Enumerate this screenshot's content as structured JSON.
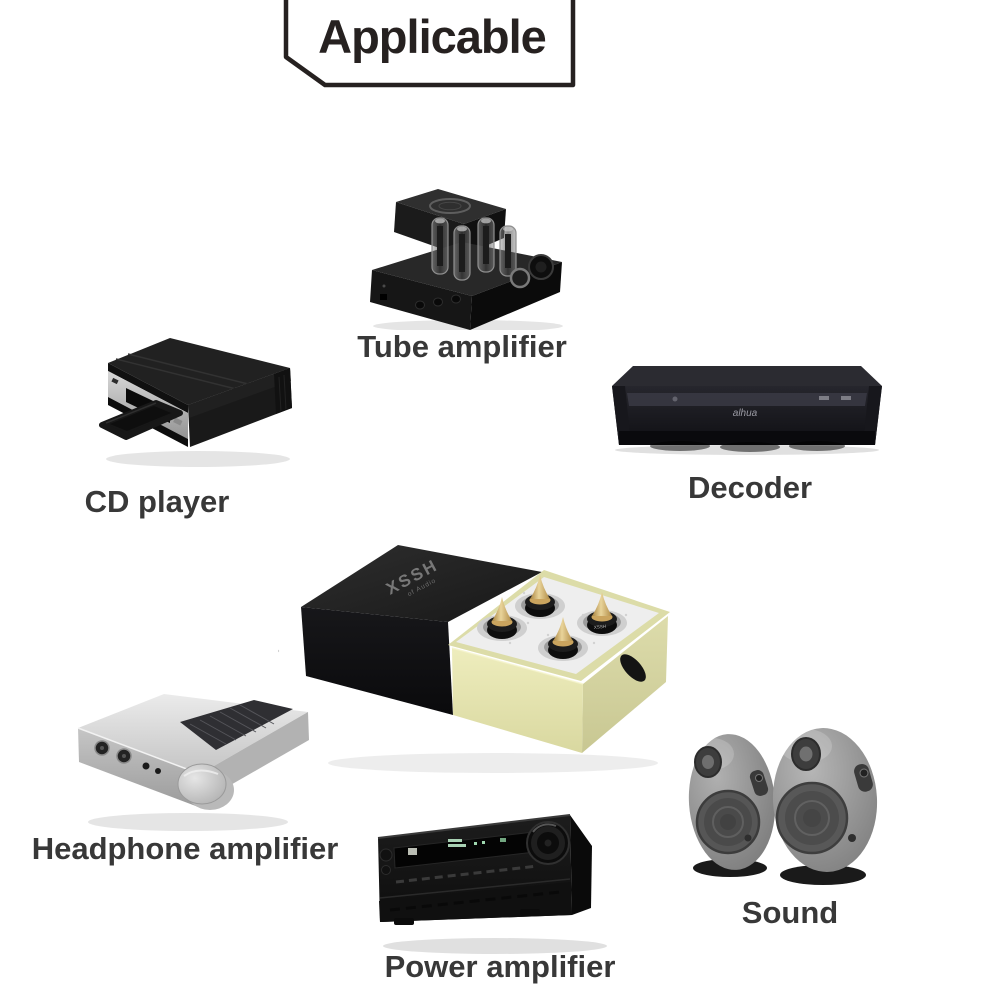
{
  "title": "Applicable",
  "items": {
    "tube_amplifier": {
      "label": "Tube amplifier"
    },
    "cd_player": {
      "label": "CD player"
    },
    "decoder": {
      "label": "Decoder",
      "logo_text": "alhua"
    },
    "headphone_amplifier": {
      "label": "Headphone amplifier"
    },
    "power_amplifier": {
      "label": "Power amplifier"
    },
    "sound": {
      "label": "Sound"
    }
  },
  "product_box": {
    "brand": "XSSH",
    "brand_subtitle": "of Audio",
    "spike_marking": "XSSH",
    "spike_count": 4
  },
  "colors": {
    "background": "#ffffff",
    "title_ink": "#262120",
    "label_ink": "#383838",
    "sleeve_black": "#161616",
    "drawer_cream": "#e9e9b6",
    "foam_white": "#ededed",
    "spike_gold": "#c9a45c",
    "spike_base": "#141414",
    "silver": "#c9c9c9",
    "speaker_gray": "#8f8f8f"
  }
}
